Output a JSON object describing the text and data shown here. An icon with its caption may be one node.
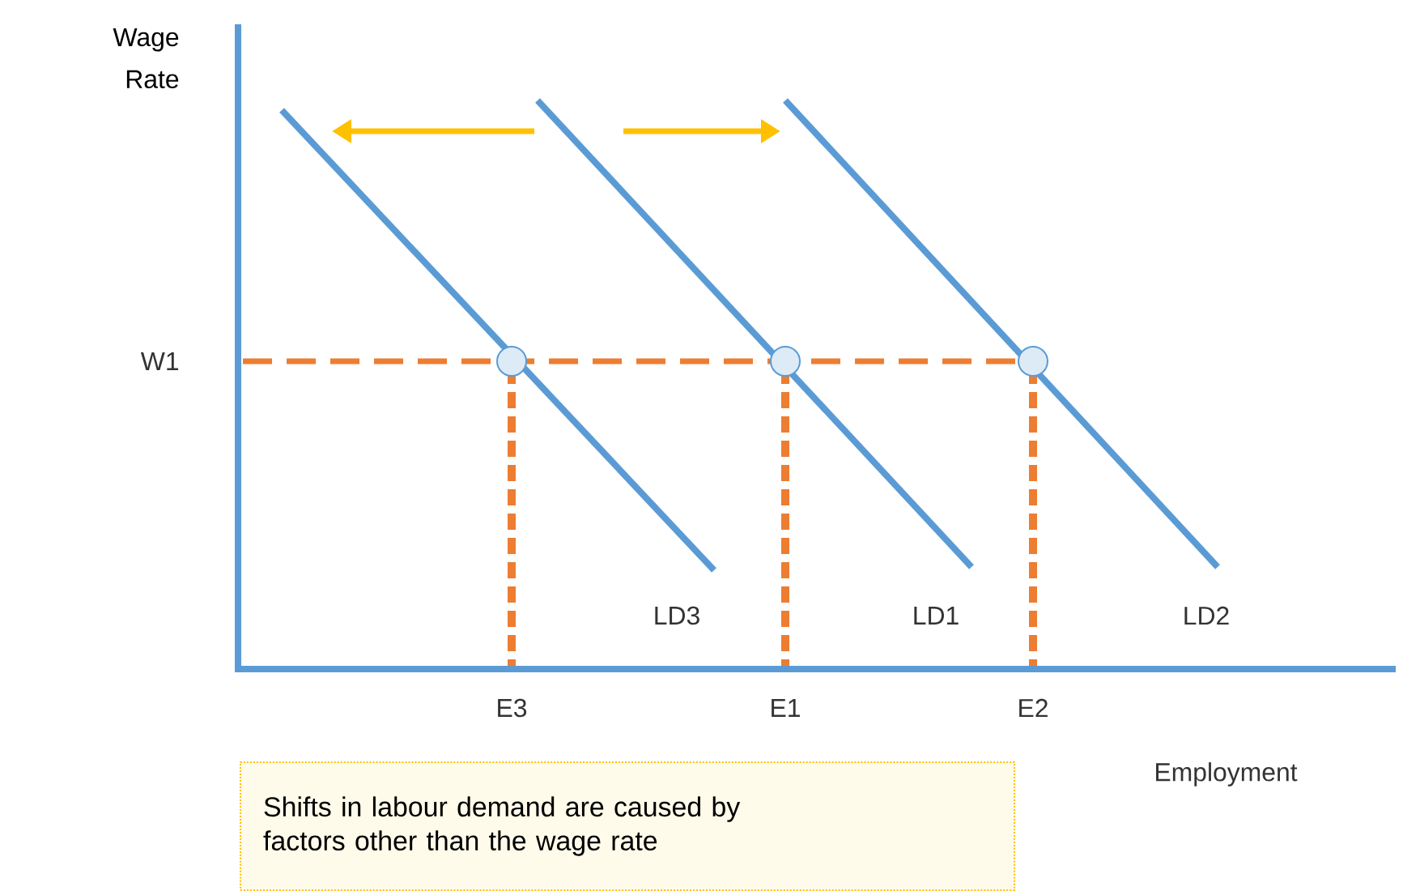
{
  "diagram": {
    "nodes": [
      {
        "text": [
          "Shifts in labour demand are caused by factors other than the wage rate"
        ]
      }
    ],
    "labels": [
      "Wage Rate",
      "W1",
      "LD3",
      "LD1",
      "LD2",
      "E3",
      "E1",
      "E2",
      "Employment"
    ]
  }
}
